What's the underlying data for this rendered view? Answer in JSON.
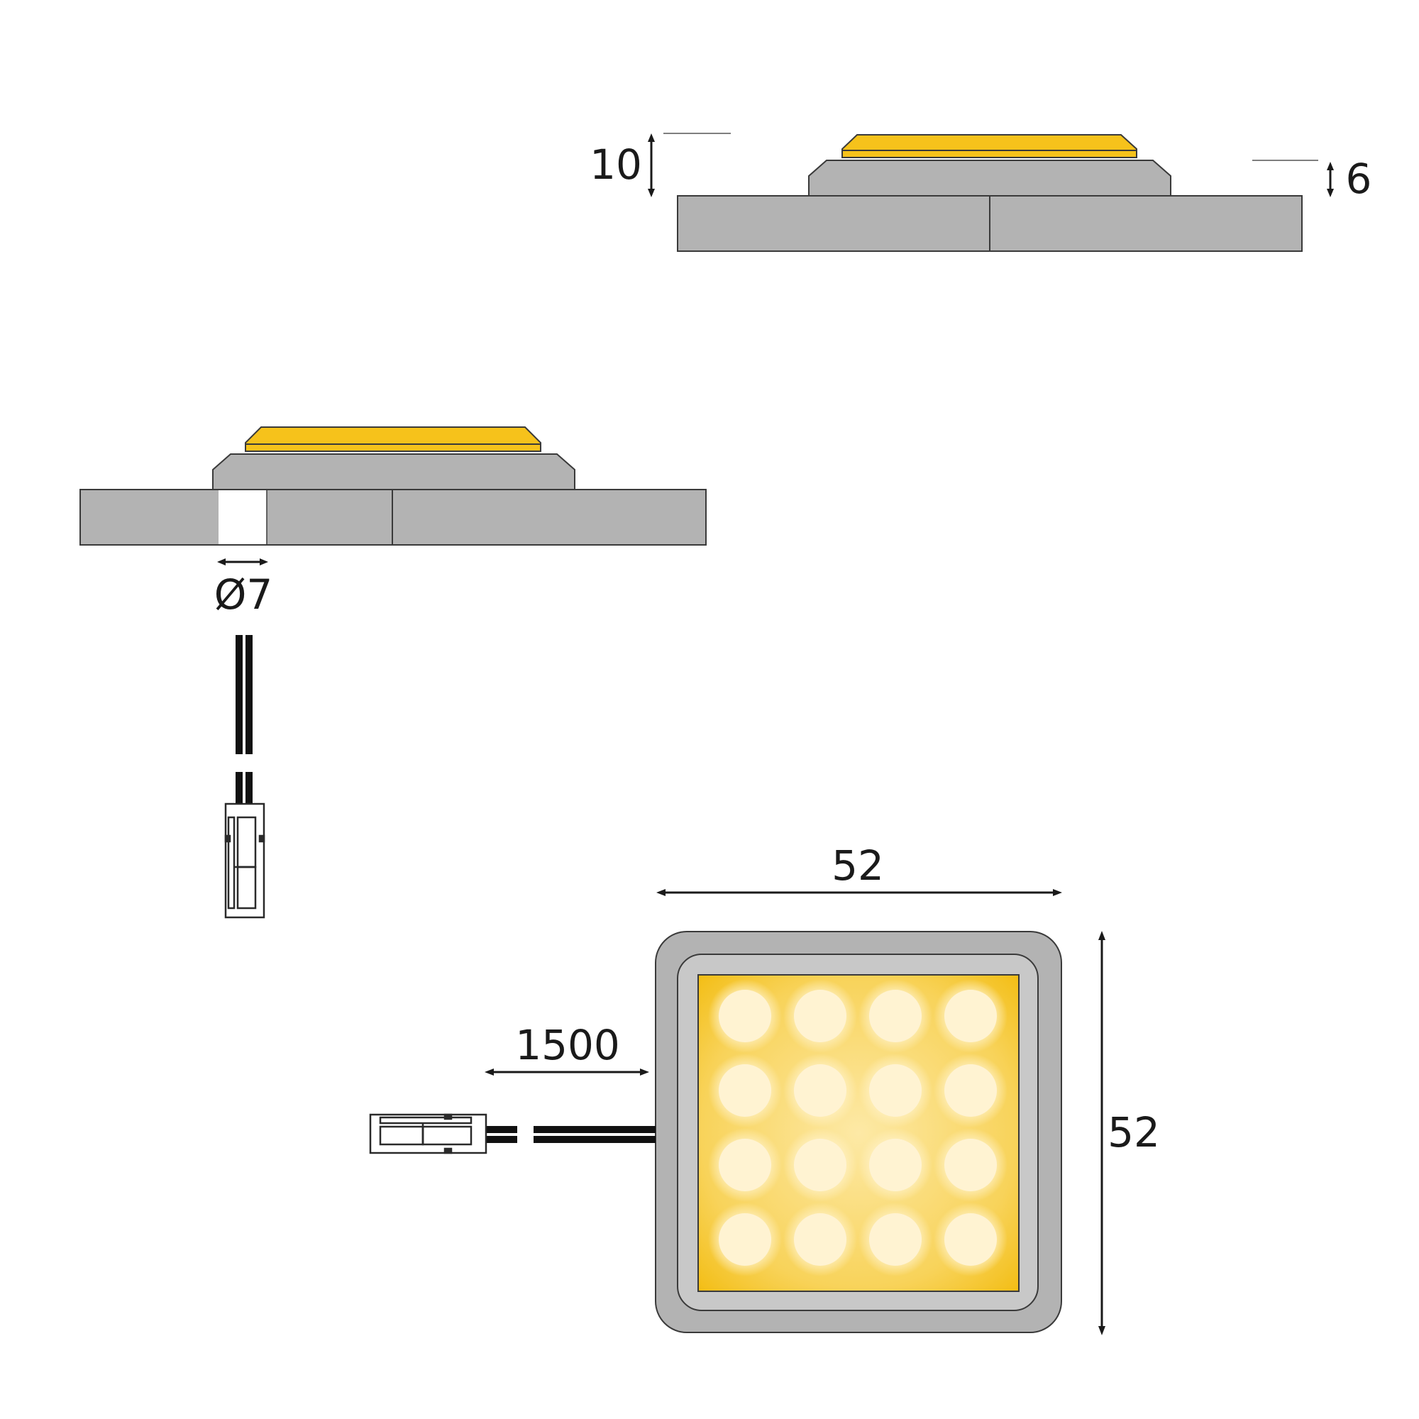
{
  "dimensions": {
    "total_height": "10",
    "body_height": "6",
    "hole_diameter": "Ø7",
    "width": "52",
    "depth": "52",
    "cable_length": "1500"
  },
  "colors": {
    "housing": "#b3b3b3",
    "housing_inner": "#c6c6c6",
    "lens": "#f6c21b",
    "led": "#fff3d2",
    "outline": "#3a3a3a",
    "cable": "#111111"
  },
  "led_grid": {
    "rows": 4,
    "cols": 4
  }
}
